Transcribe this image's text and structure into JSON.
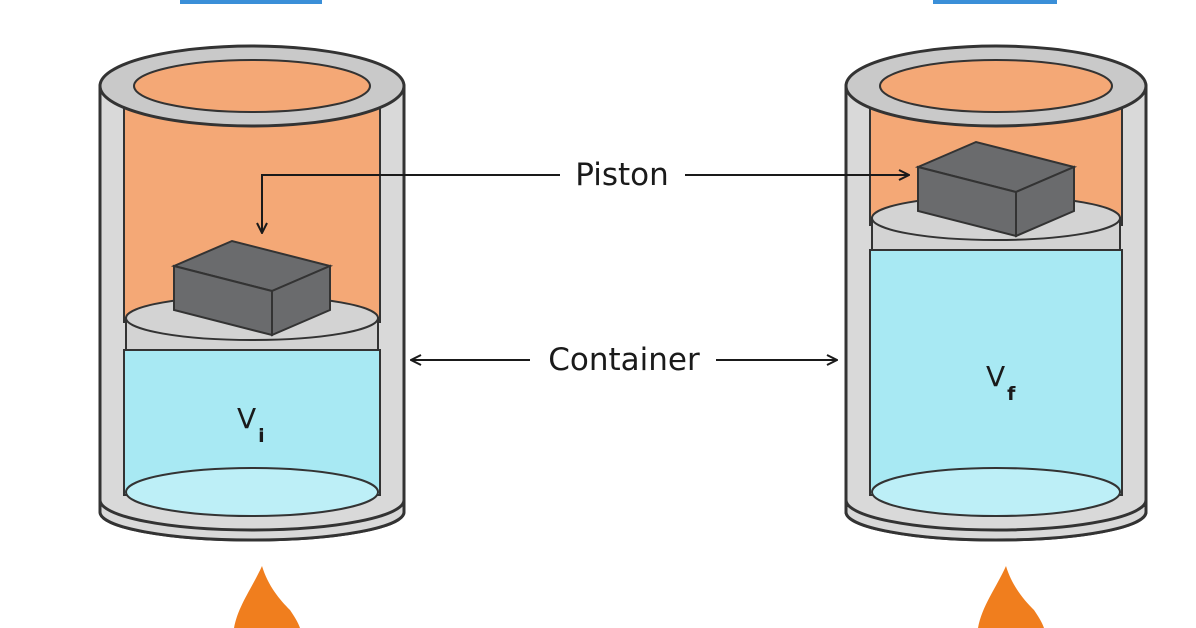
{
  "labels": {
    "piston": "Piston",
    "container": "Container",
    "initial_volume": {
      "main": "V",
      "sub": "i"
    },
    "final_volume": {
      "main": "V",
      "sub": "f"
    }
  },
  "colors": {
    "wall": "#d9d9d9",
    "wall_rim": "#c9c9c9",
    "outline": "#333333",
    "gas": "#f4a876",
    "liquid": "#a8e9f3",
    "liquid_bottom": "#bdeff7",
    "piston_plate": "#d3d3d3",
    "weight": "#6a6b6d",
    "flame": "#f07e1e",
    "tab": "#3a8fd8"
  }
}
